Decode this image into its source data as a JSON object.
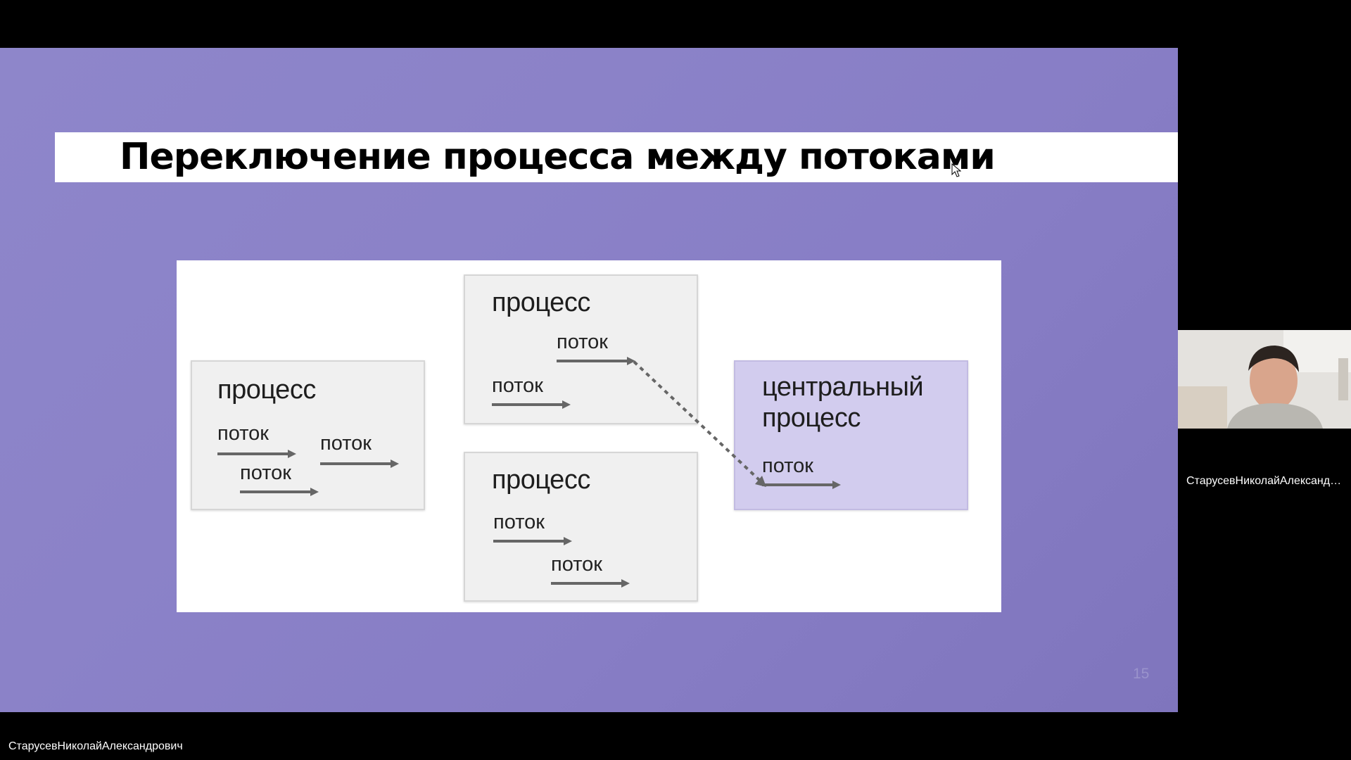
{
  "slide": {
    "title": "Переключение процесса между потоками",
    "page_number": "15"
  },
  "diagram": {
    "left_process": {
      "title": "процесс",
      "threads": [
        "поток",
        "поток",
        "поток"
      ]
    },
    "top_process": {
      "title": "процесс",
      "threads": [
        "поток",
        "поток"
      ]
    },
    "bottom_process": {
      "title": "процесс",
      "threads": [
        "поток",
        "поток"
      ]
    },
    "central_process": {
      "title_line1": "центральный",
      "title_line2": "процесс",
      "threads": [
        "поток"
      ]
    }
  },
  "video_call": {
    "participant_name": "СтарусевНиколайАлександрович",
    "presenter_name": "СтарусевНиколайАлександрович"
  },
  "colors": {
    "slide_background": "#8b82c8",
    "central_box": "#d2ccee",
    "arrow": "#666666"
  },
  "icons": {
    "cursor": "mouse-pointer-icon"
  }
}
